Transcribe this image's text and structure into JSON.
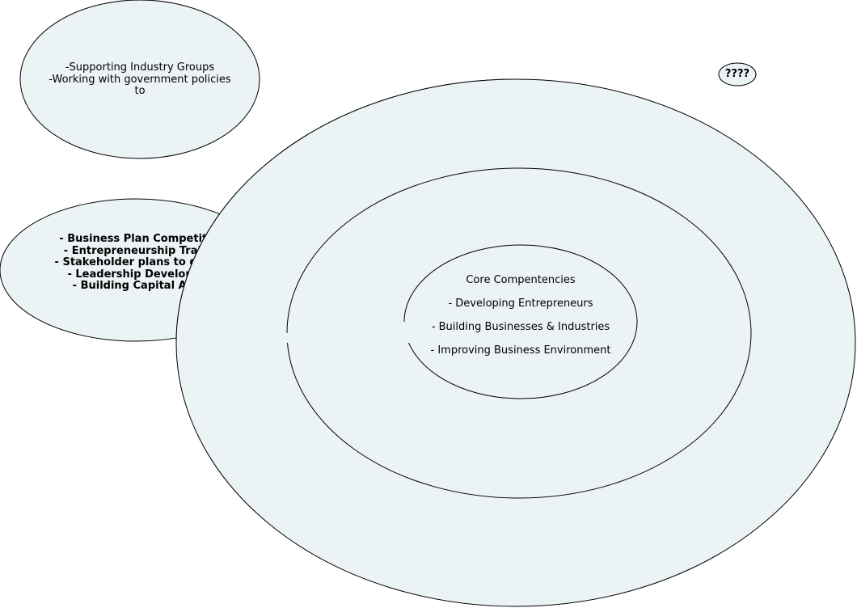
{
  "colors": {
    "fill": "#ebf3f5",
    "stroke": "#000000",
    "background": "#ffffff"
  },
  "bubble_top_left": {
    "line1": "-Supporting Industry Groups",
    "line2": "-Working with government policies",
    "line3": "to"
  },
  "bubble_mid_left": {
    "line1": "- Business Plan Competitions",
    "line2": "- Entrepreneurship Training",
    "line3": "- Stakeholder plans to develop",
    "line4": "- Leadership Development",
    "line5": "- Building Capital Access"
  },
  "bubble_small": {
    "label": "????"
  },
  "core": {
    "title": "Core Compentencies",
    "item1": "- Developing Entrepreneurs",
    "item2": "- Building Businesses & Industries",
    "item3": "- Improving Business Environment"
  }
}
